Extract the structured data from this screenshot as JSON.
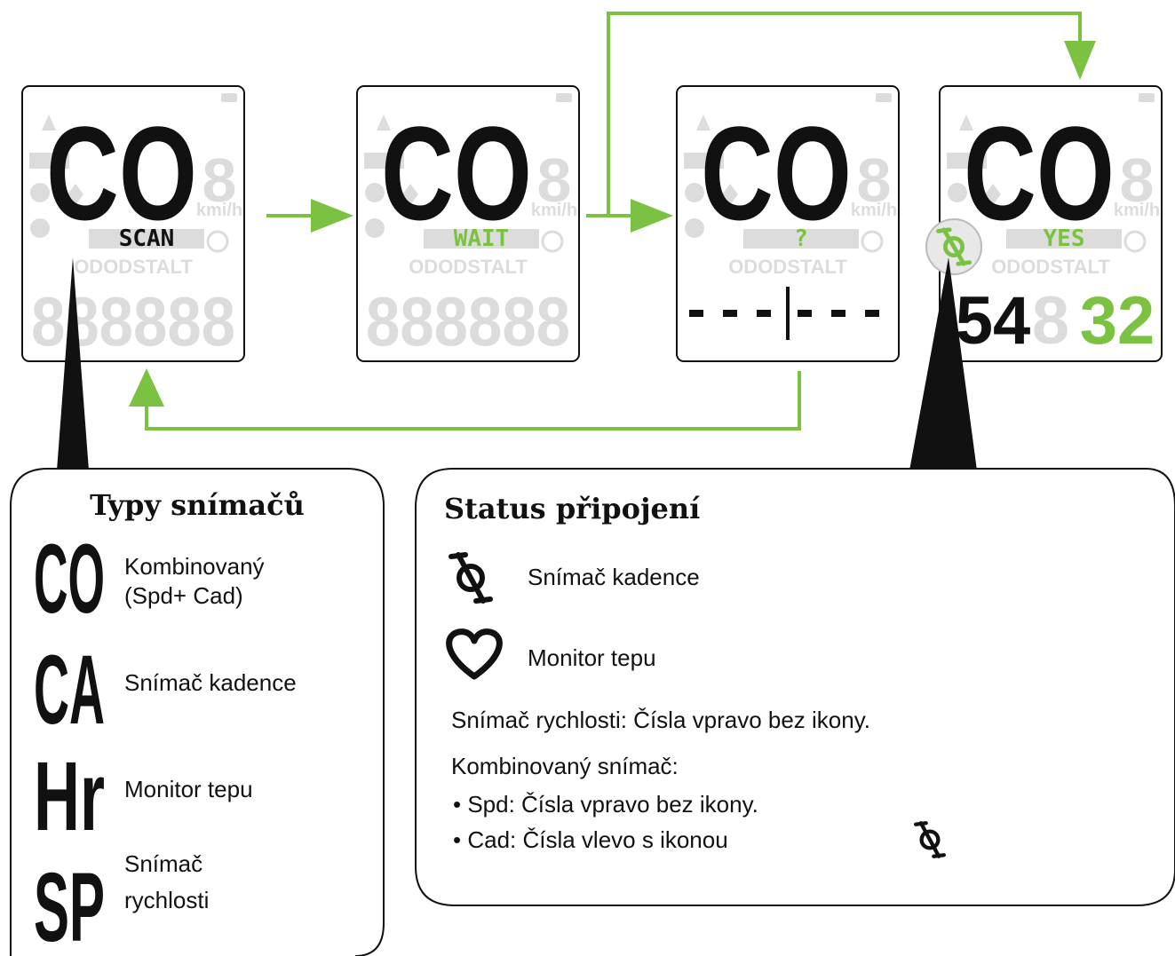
{
  "colors": {
    "accent": "#7cc242",
    "ghost": "#dcdcdc",
    "ink": "#111111"
  },
  "screens": [
    {
      "id": "scan",
      "code": "CO",
      "status": "SCAN",
      "status_color": "#111111",
      "unit": "kmi/h",
      "modes": "ODODSTALT"
    },
    {
      "id": "wait",
      "code": "CO",
      "status": "WAIT",
      "status_color": "#7cc242",
      "unit": "kmi/h",
      "modes": "ODODSTALT"
    },
    {
      "id": "unknown",
      "code": "CO",
      "status": "?",
      "status_color": "#7cc242",
      "unit": "kmi/h",
      "modes": "ODODSTALT"
    },
    {
      "id": "yes",
      "code": "CO",
      "status": "YES",
      "status_color": "#7cc242",
      "unit": "kmi/h",
      "modes": "ODODSTALT",
      "cadence_value": "54",
      "speed_value": "32"
    }
  ],
  "sensor_types": {
    "title": "Typy snímačů",
    "items": [
      {
        "code": "CO",
        "label_line1": "Kombinovaný",
        "label_line2": "(Spd+ Cad)"
      },
      {
        "code": "CA",
        "label_line1": "Snímač kadence",
        "label_line2": ""
      },
      {
        "code": "Hr",
        "label_line1": "Monitor tepu",
        "label_line2": ""
      },
      {
        "code": "SP",
        "label_line1": "Snímač",
        "label_line2": "rychlosti"
      }
    ]
  },
  "connection_status": {
    "title": "Status připojení",
    "cadence_label": "Snímač kadence",
    "heart_label": "Monitor tepu",
    "speed_text": "Snímač rychlosti: Čísla vpravo bez ikony.",
    "combo_title": "Kombinovaný snímač:",
    "combo_spd": "• Spd: Čísla vpravo bez ikony.",
    "combo_cad": "• Cad: Čísla vlevo s ikonou"
  }
}
